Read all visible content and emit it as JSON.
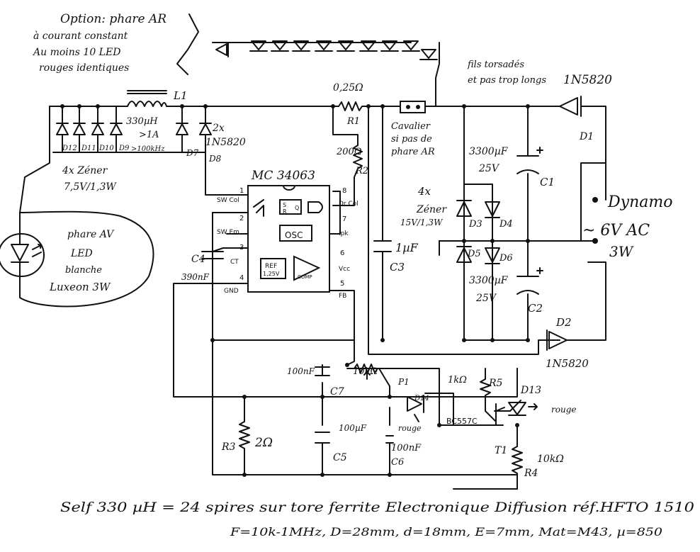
{
  "rear_light": {
    "title": "Option: phare AR",
    "line2": "à courant constant",
    "line3": "Au moins 10 LED",
    "line4": "rouges identiques",
    "wires_note_1": "fils torsadés",
    "wires_note_2": "et pas trop longs",
    "jumper_1": "Cavalier",
    "jumper_2": "si pas de",
    "jumper_3": "phare AR"
  },
  "front_light": {
    "l1": "phare AV",
    "l2": "LED",
    "l3": "blanche",
    "l4": "Luxeon 3W"
  },
  "inductor": {
    "name": "L1",
    "value": "330µH",
    "current": ">1A",
    "freq": ">100kHz"
  },
  "diodes": {
    "d7d8_label_1": "2x",
    "d7d8_label_2": "1N5820",
    "d7": "D7",
    "d8": "D8",
    "d9": "D9",
    "d10": "D10",
    "d11": "D11",
    "d12": "D12",
    "zener_left_1": "4x Zéner",
    "zener_left_2": "7,5V/1,3W",
    "zener_right_1": "4x",
    "zener_right_2": "Zéner",
    "zener_right_3": "15V/1,3W",
    "d1_type": "1N5820",
    "d1": "D1",
    "d2": "D2",
    "d2_type": "1N5820",
    "d3": "D3",
    "d4": "D4",
    "d5": "D5",
    "d6": "D6",
    "d13": "D13",
    "d13_color": "rouge",
    "d14": "D14",
    "d14_color": "rouge"
  },
  "resistors": {
    "r1_value": "0,25Ω",
    "r1": "R1",
    "r2_value": "200Ω",
    "r2": "R2",
    "r3": "R3",
    "r3_value": "2Ω",
    "p1_value": "10kΩ",
    "p1": "P1",
    "r5_value": "1kΩ",
    "r5": "R5",
    "r4_value": "10kΩ",
    "r4": "R4"
  },
  "capacitors": {
    "c1_value": "3300µF",
    "c1_voltage": "25V",
    "c1": "C1",
    "c2_value": "3300µF",
    "c2_voltage": "25V",
    "c2": "C2",
    "c3_value": "1µF",
    "c3": "C3",
    "c4": "C4",
    "c4_value": "390nF",
    "c5_value": "100µF",
    "c5": "C5",
    "c6_value": "100nF",
    "c6": "C6",
    "c7_value": "100nF",
    "c7": "C7"
  },
  "transistor": {
    "type": "BC557C",
    "name": "T1"
  },
  "ic": {
    "name": "MC 34063",
    "sw_col": "SW Col",
    "sw_em": "SW Em",
    "ct": "CT",
    "gnd": "GND",
    "dr_col": "Dr Col",
    "ipk": "Ipk",
    "vcc": "Vcc",
    "fb": "FB",
    "osc": "OSC",
    "ref_1": "REF",
    "ref_2": "1,25V",
    "comp": "COMP",
    "s": "S",
    "r": "R",
    "q": "Q",
    "pin1": "1",
    "pin2": "2",
    "pin3": "3",
    "pin4": "4",
    "pin5": "5",
    "pin6": "6",
    "pin7": "7",
    "pin8": "8"
  },
  "dynamo": {
    "l1": "Dynamo",
    "l2": "~ 6V AC",
    "l3": "3W"
  },
  "footer": {
    "line1": "Self 330 µH = 24 spires sur tore ferrite Electronique Diffusion réf.HFTO 1510",
    "line2": "F=10k-1MHz, D=28mm, d=18mm, E=7mm, Mat=M43, µ=850"
  }
}
